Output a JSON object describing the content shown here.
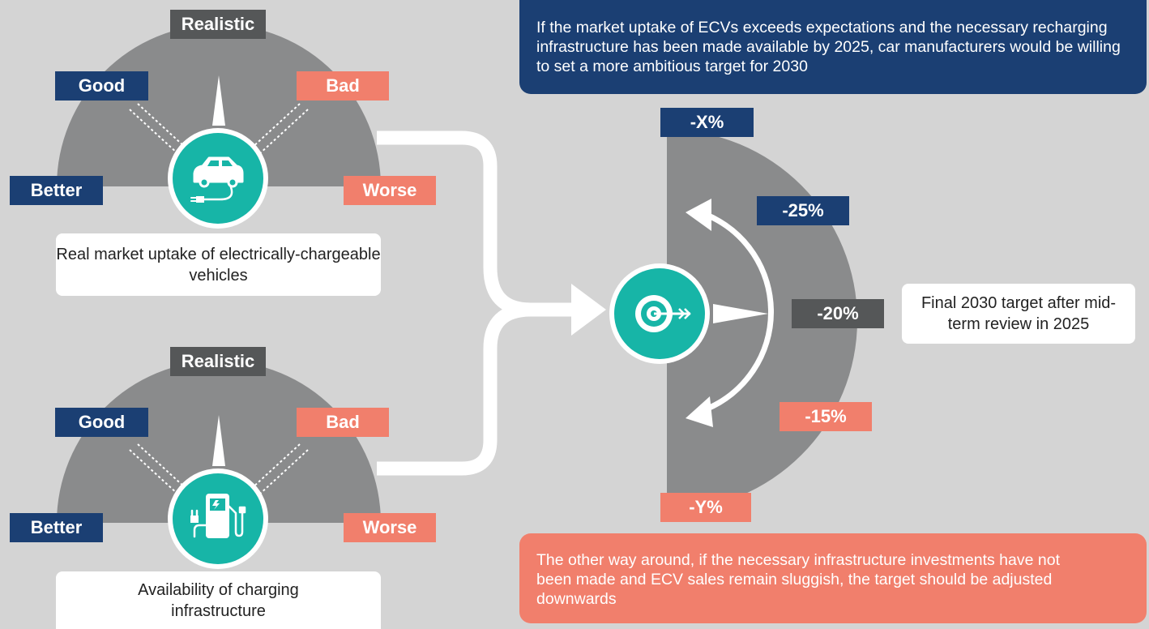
{
  "colors": {
    "navy": "#1b3f73",
    "salmon": "#f17f6c",
    "dark_label": "#555758",
    "gauge": "#8a8b8c",
    "teal": "#17b5a7",
    "background": "#d4d4d4"
  },
  "gauge_top": {
    "realistic": "Realistic",
    "good": "Good",
    "bad": "Bad",
    "better": "Better",
    "worse": "Worse",
    "caption": "Real market uptake of electrically-chargeable vehicles",
    "icon": "electric-car-icon"
  },
  "gauge_bottom": {
    "realistic": "Realistic",
    "good": "Good",
    "bad": "Bad",
    "better": "Better",
    "worse": "Worse",
    "caption": "Availability of charging infrastructure",
    "icon": "charging-station-icon"
  },
  "target_gauge": {
    "x_label": "-X%",
    "p25": "-25%",
    "p20": "-20%",
    "p15": "-15%",
    "y_label": "-Y%",
    "icon": "target-icon",
    "caption": "Final 2030 target after mid-term review in 2025"
  },
  "notes": {
    "top": "If the market uptake of ECVs exceeds expectations and the necessary recharging infrastructure has been made available by 2025, car manufacturers would be willing to set a more ambitious target for 2030",
    "bottom": "The other way around, if the necessary infrastructure investments have not been made and ECV sales remain sluggish, the target should be adjusted downwards"
  }
}
